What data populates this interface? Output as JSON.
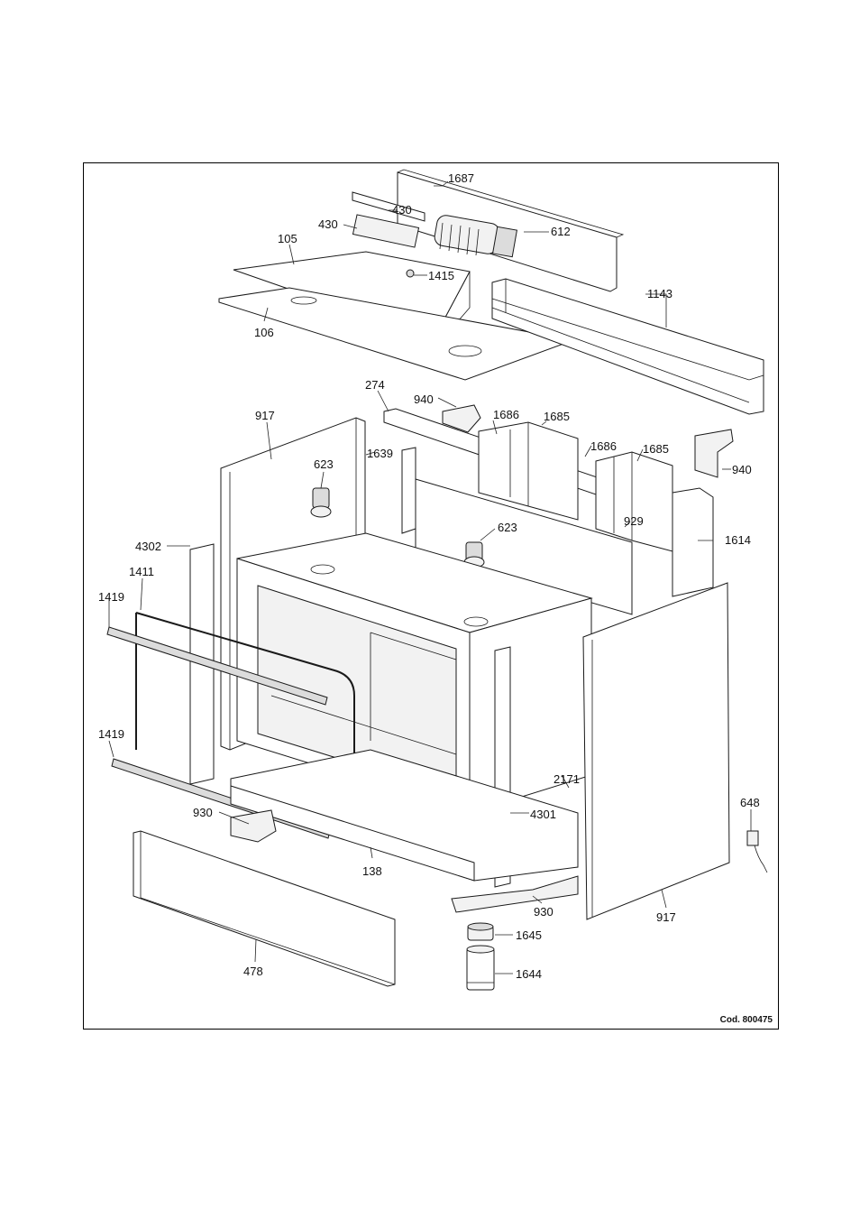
{
  "diagram": {
    "code_label": "Cod. 800475",
    "labels": {
      "p1687": "1687",
      "p430a": "430",
      "p430b": "430",
      "p612": "612",
      "p105": "105",
      "p1415": "1415",
      "p1143": "1143",
      "p106": "106",
      "p274": "274",
      "p940a": "940",
      "p1686a": "1686",
      "p1685a": "1685",
      "p917a": "917",
      "p1639": "1639",
      "p1686b": "1686",
      "p1685b": "1685",
      "p940b": "940",
      "p623a": "623",
      "p623b": "623",
      "p929": "929",
      "p1614": "1614",
      "p4302": "4302",
      "p1411": "1411",
      "p1419a": "1419",
      "p1419b": "1419",
      "p2171": "2171",
      "p648": "648",
      "p4301": "4301",
      "p930a": "930",
      "p138": "138",
      "p930b": "930",
      "p917b": "917",
      "p1645": "1645",
      "p1644": "1644",
      "p478": "478"
    }
  }
}
